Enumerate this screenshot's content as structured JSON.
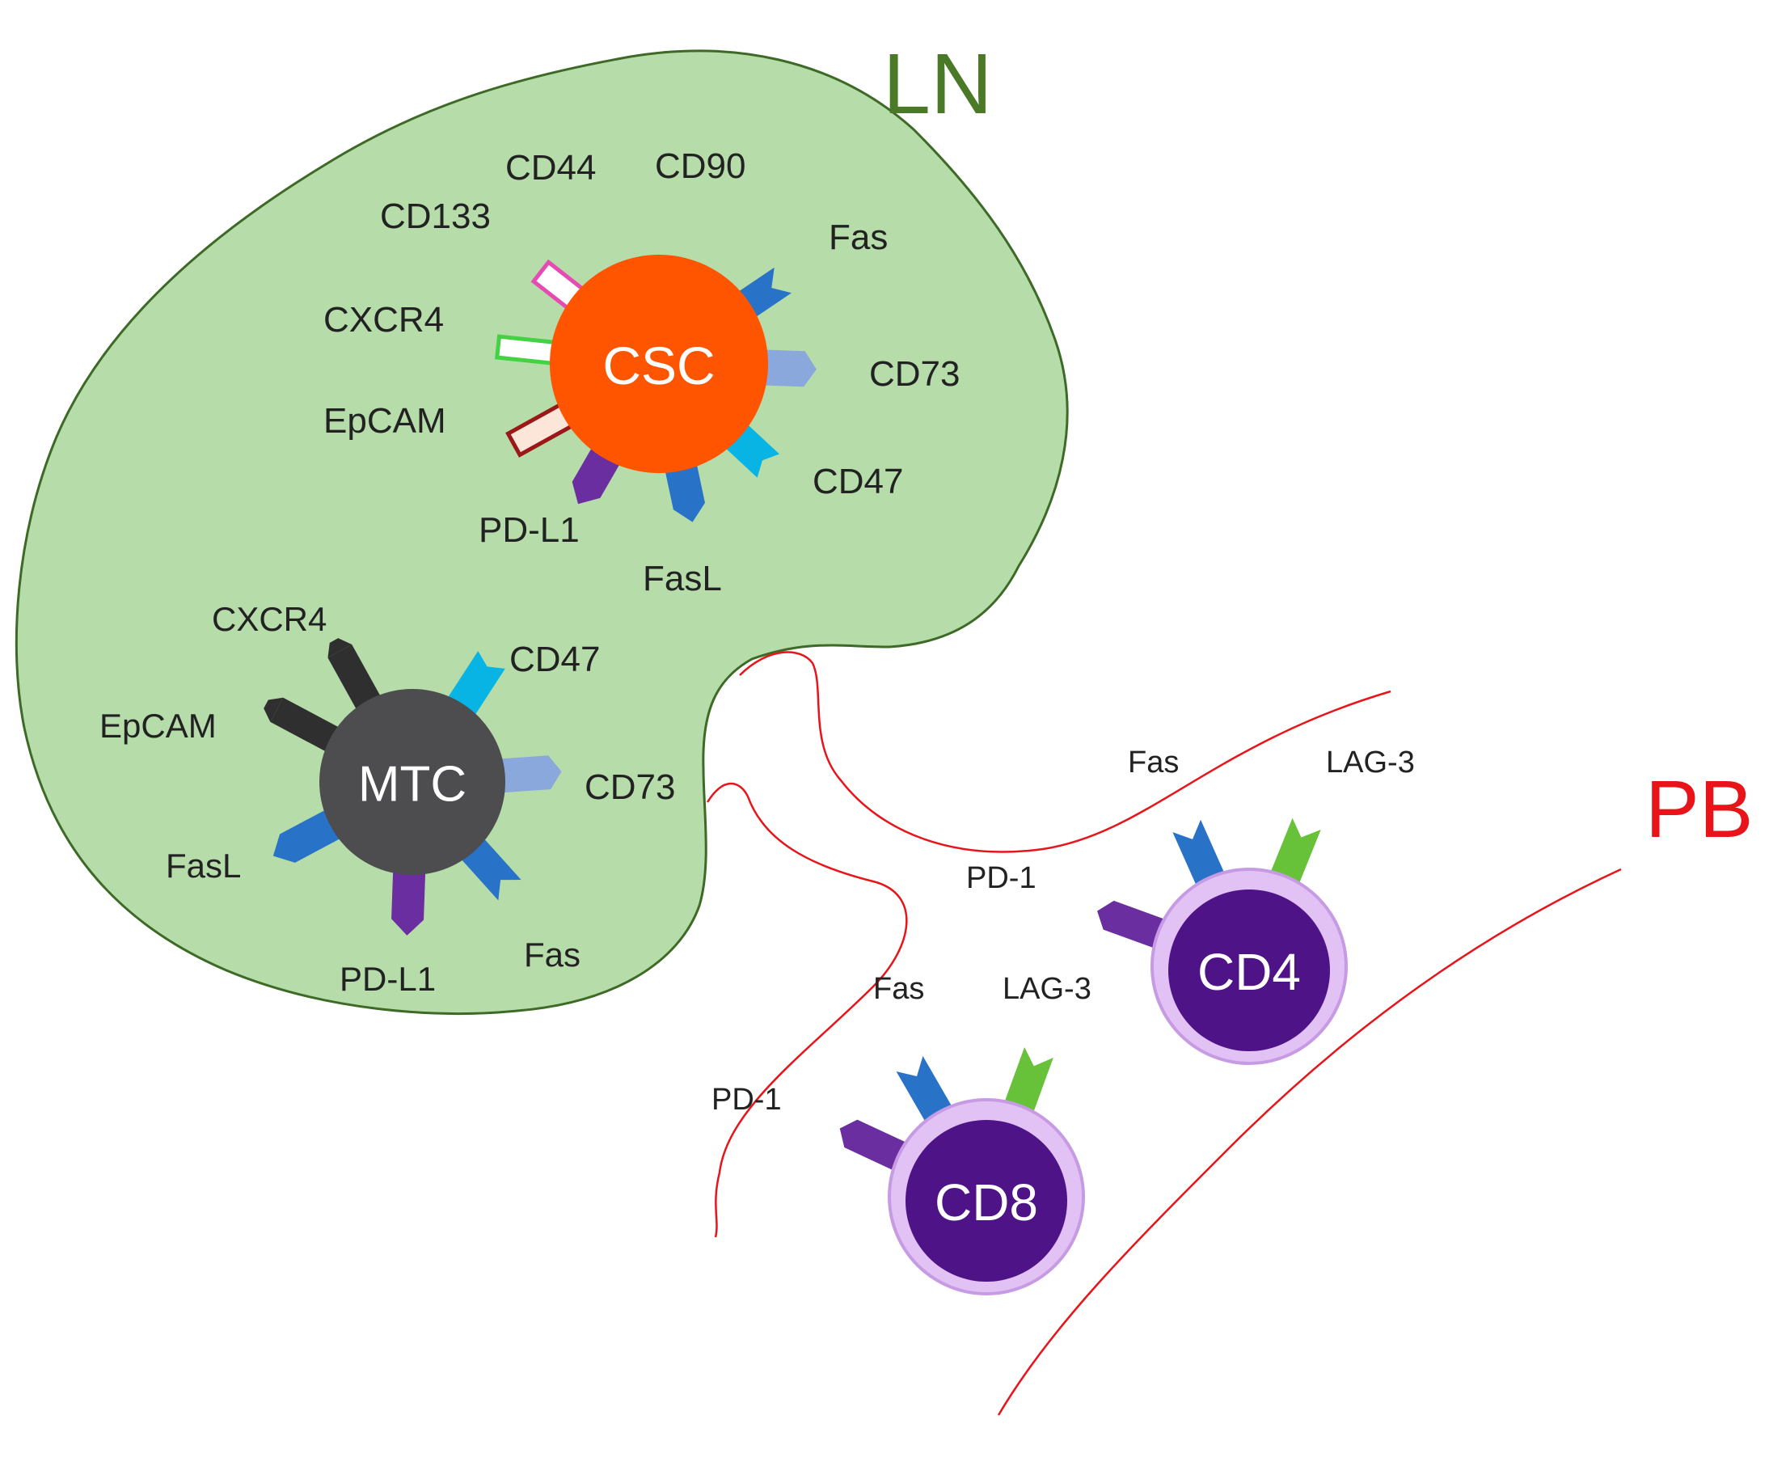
{
  "regions": {
    "ln": {
      "label": "LN",
      "color": "#4a7a28"
    },
    "pb": {
      "label": "PB",
      "color": "#e8141a"
    }
  },
  "cells": {
    "csc": {
      "label": "CSC",
      "color": "#ff5400"
    },
    "mtc": {
      "label": "MTC",
      "color": "#4d4d4f"
    },
    "cd4": {
      "label": "CD4",
      "color": "#4e1387"
    },
    "cd8": {
      "label": "CD8",
      "color": "#4e1387"
    }
  },
  "markers": {
    "csc_cd44": "CD44",
    "csc_cd90": "CD90",
    "csc_cd133": "CD133",
    "csc_fas": "Fas",
    "csc_cxcr4": "CXCR4",
    "csc_cd73": "CD73",
    "csc_epcam": "EpCAM",
    "csc_cd47": "CD47",
    "csc_pdl1": "PD-L1",
    "csc_fasl": "FasL",
    "mtc_cxcr4": "CXCR4",
    "mtc_cd47": "CD47",
    "mtc_epcam": "EpCAM",
    "mtc_cd73": "CD73",
    "mtc_fasl": "FasL",
    "mtc_fas": "Fas",
    "mtc_pdl1": "PD-L1",
    "cd4_fas": "Fas",
    "cd4_lag3": "LAG-3",
    "cd4_pd1": "PD-1",
    "cd8_fas": "Fas",
    "cd8_lag3": "LAG-3",
    "cd8_pd1": "PD-1"
  },
  "colors": {
    "ln_fill": "#b6dcaa",
    "ln_stroke": "#3e6a27",
    "vessel": "#e8141a",
    "fas": "#2873c8",
    "fasl": "#2873c8",
    "cd73": "#8aa8dc",
    "cd47": "#08b4e4",
    "pdl1": "#6a2ea0",
    "pd1": "#6a2ea0",
    "lag3": "#67c23a",
    "dark_receptor": "#2f2f2f",
    "cd44": "#d81c1c",
    "cd90": "#f2c418",
    "cd133": "#e84ab4",
    "cxcr4": "#43d243",
    "epcam": "#9c1818"
  }
}
